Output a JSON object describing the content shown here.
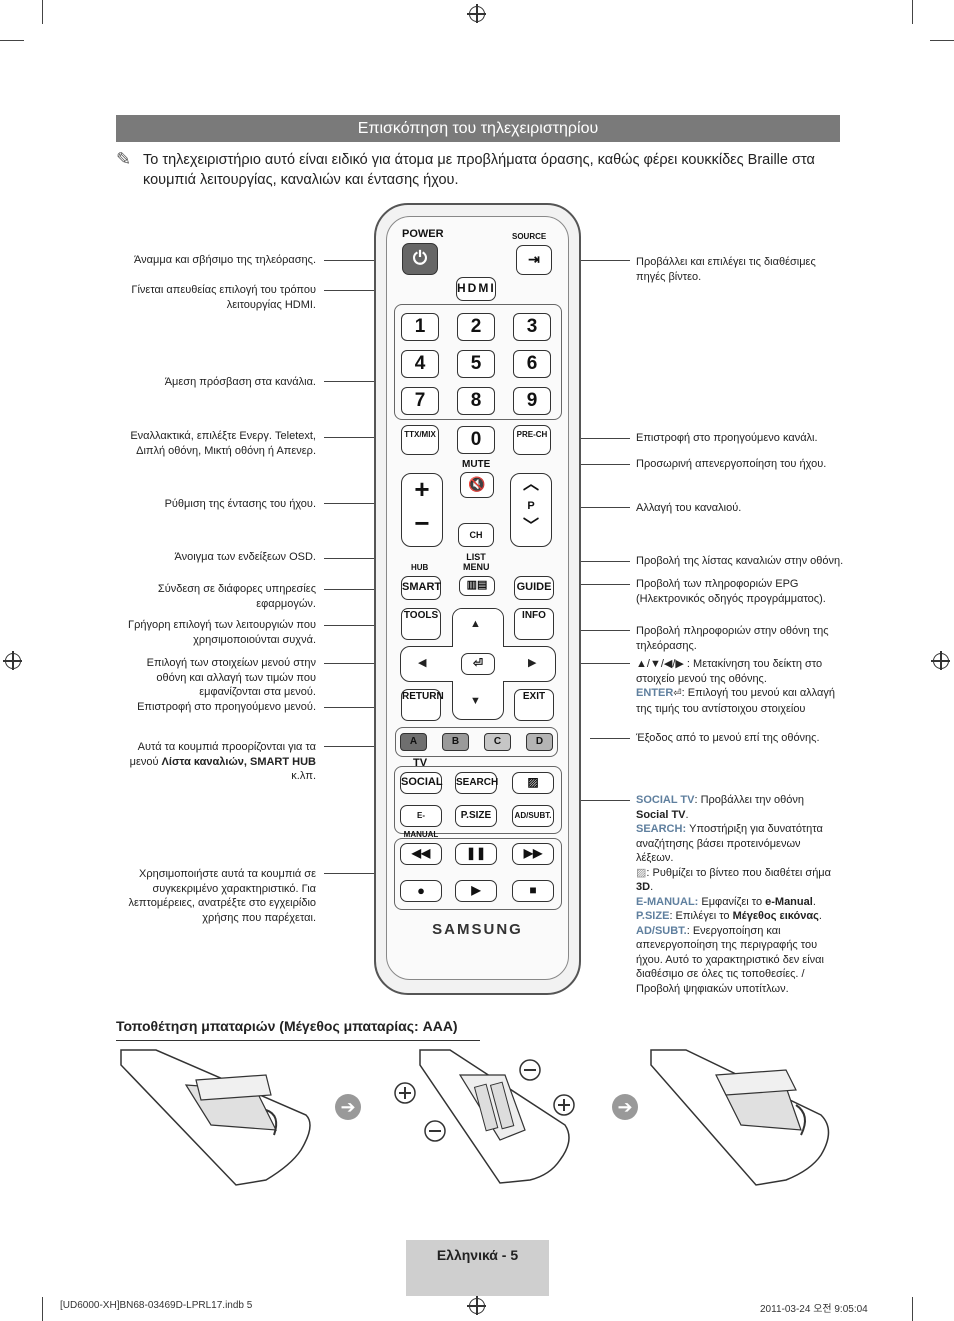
{
  "header": {
    "title": "Επισκόπηση του τηλεχειριστηρίου"
  },
  "note": {
    "text": "Το τηλεχειριστήριο αυτό είναι ειδικό για άτομα με προβλήματα όρασης, καθώς φέρει κουκκίδες Braille στα κουμπιά λειτουργίας, καναλιών και έντασης ήχου."
  },
  "labels_left": {
    "power": "Άναμμα και σβήσιμο της τηλεόρασης.",
    "hdmi": "Γίνεται απευθείας επιλογή του τρόπου λειτουργίας HDMI.",
    "channels": "Άμεση πρόσβαση στα κανάλια.",
    "ttx": "Εναλλακτικά, επιλέξτε Ενεργ. Teletext, Διπλή οθόνη, Μικτή οθόνη ή Απενερ.",
    "volume": "Ρύθμιση της έντασης του ήχου.",
    "menu": "Άνοιγμα των ενδείξεων OSD.",
    "smart": "Σύνδεση σε διάφορες υπηρεσίες εφαρμογών.",
    "tools": "Γρήγορη επιλογή των λειτουργιών που χρησιμοποιούνται συχνά.",
    "nav": "Επιλογή των στοιχείων μενού στην οθόνη και αλλαγή των τιμών που εμφανίζονται στα μενού.",
    "return": "Επιστροφή στο προηγούμενο μενού.",
    "colors_pre": "Αυτά τα κουμπιά προορίζονται για τα μενού ",
    "colors_bold": "Λίστα καναλιών, SMART HUB",
    "colors_post": " κ.λπ.",
    "media": "Χρησιμοποιήστε αυτά τα κουμπιά σε συγκεκριμένο χαρακτηριστικό. Για λεπτομέρειες, ανατρέξτε στο εγχειρίδιο χρήσης που παρέχεται."
  },
  "labels_right": {
    "source": "Προβάλλει και επιλέγει τις διαθέσιμες πηγές βίντεο.",
    "prech": "Επιστροφή στο προηγούμενο κανάλι.",
    "mute": "Προσωρινή απενεργοποίηση του ήχου.",
    "channel": "Αλλαγή του καναλιού.",
    "chlist": "Προβολή της λίστας καναλιών στην οθόνη.",
    "guide": "Προβολή των πληροφοριών EPG (Ηλεκτρονικός οδηγός προγράμματος).",
    "info": "Προβολή πληροφοριών στην οθόνη της τηλεόρασης.",
    "nav_arrows": "▲/▼/◀/▶",
    "nav_text": " : Μετακίνηση του δείκτη στο στοιχείο μενού της οθόνης.",
    "enter_key": "ENTER",
    "enter_text": ": Επιλογή του μενού και αλλαγή της τιμής του αντίστοιχου στοιχείου",
    "exit": "Έξοδος από το μενού επί της οθόνης.",
    "social_key": "SOCIAL TV",
    "social_text": ": Προβάλλει την οθόνη ",
    "social_bold": "Social TV",
    "search_key": "SEARCH:",
    "search_text": " Υποστήριξη για δυνατότητα αναζήτησης βάσει προτεινόμενων λέξεων.",
    "threed_text": ": Ρυθμίζει το βίντεο που διαθέτει σήμα ",
    "threed_bold": "3D",
    "emanual_key": "E-MANUAL:",
    "emanual_text": " Εμφανίζει το ",
    "emanual_bold": "e-Manual",
    "psize_key": "P.SIZE",
    "psize_text": ": Επιλέγει το ",
    "psize_bold": "Μέγεθος εικόνας",
    "adsubt_key": "AD/SUBT.",
    "adsubt_text": ": Ενεργοποίηση και απενεργοποίηση της περιγραφής του ήχου. Αυτό το χαρακτηριστικό δεν είναι διαθέσιμο σε όλες τις τοποθεσίες. / Προβολή ψηφιακών υποτίτλων."
  },
  "remote": {
    "power": "POWER",
    "source": "SOURCE",
    "hdmi": "HDMI",
    "digits": [
      "1",
      "2",
      "3",
      "4",
      "5",
      "6",
      "7",
      "8",
      "9"
    ],
    "zero": "0",
    "ttx": "TTX/MIX",
    "prech": "PRE-CH",
    "mute": "MUTE",
    "p": "P",
    "chlist": "CH LIST",
    "hub": "HUB",
    "menu": "MENU",
    "smart": "SMART",
    "guide": "GUIDE",
    "tools": "TOOLS",
    "info": "INFO",
    "return": "RETURN",
    "exit": "EXIT",
    "colors": [
      "A",
      "B",
      "C",
      "D"
    ],
    "tv": "TV",
    "social": "SOCIAL",
    "search": "SEARCH",
    "emanual": "E-MANUAL",
    "psize": "P.SIZE",
    "adsubt": "AD/SUBT.",
    "brand": "SAMSUNG"
  },
  "battery": {
    "title": "Τοποθέτηση μπαταριών (Μέγεθος μπαταρίας: AAA)"
  },
  "footer": {
    "page": "Ελληνικά - 5",
    "file": "[UD6000-XH]BN68-03469D-LPRL17.indb   5",
    "date": "2011-03-24   오전 9:05:04"
  },
  "colors": {
    "header_bg": "#7a7a7a",
    "accent_blue": "#5f7f9e",
    "color_A": "#6f6f6f",
    "color_B": "#9a9a9a",
    "color_C": "#c6c6c6",
    "color_D": "#b4b4b4"
  }
}
